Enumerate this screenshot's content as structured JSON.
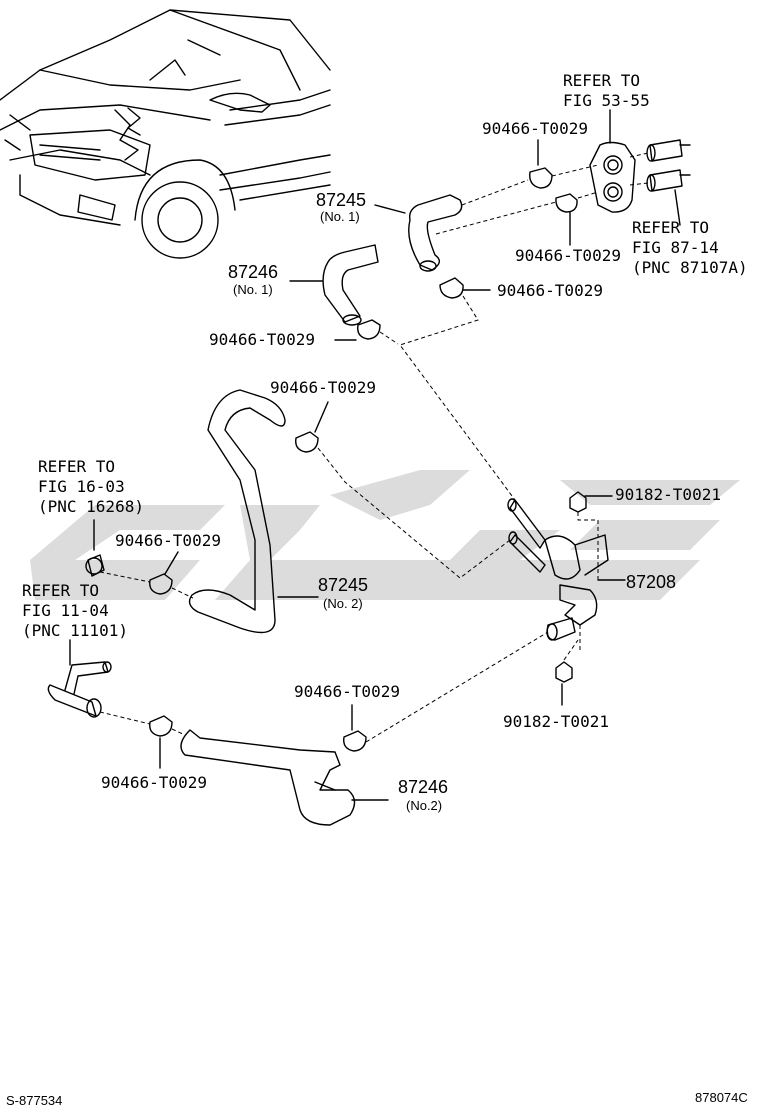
{
  "refs": {
    "fig53": [
      "REFER TO",
      "FIG 53-55"
    ],
    "fig87": [
      "REFER TO",
      "FIG 87-14",
      "(PNC 87107A)"
    ],
    "fig16": [
      "REFER TO",
      "FIG 16-03",
      "(PNC 16268)"
    ],
    "fig11": [
      "REFER TO",
      "FIG 11-04",
      "(PNC 11101)"
    ]
  },
  "clamp": "90466-T0029",
  "bolt": "90182-T0021",
  "parts": {
    "hose_87245": "87245",
    "hose_87246": "87246",
    "valve_87208": "87208",
    "no1_a": "(No. 1)",
    "no1_b": "(No. 1)",
    "no2_a": "(No. 2)",
    "no2_b": "(No.2)"
  },
  "footer": {
    "left": "S-877534",
    "right": "878074C"
  },
  "colors": {
    "line": "#000000",
    "watermark": "#d3d3d3"
  }
}
